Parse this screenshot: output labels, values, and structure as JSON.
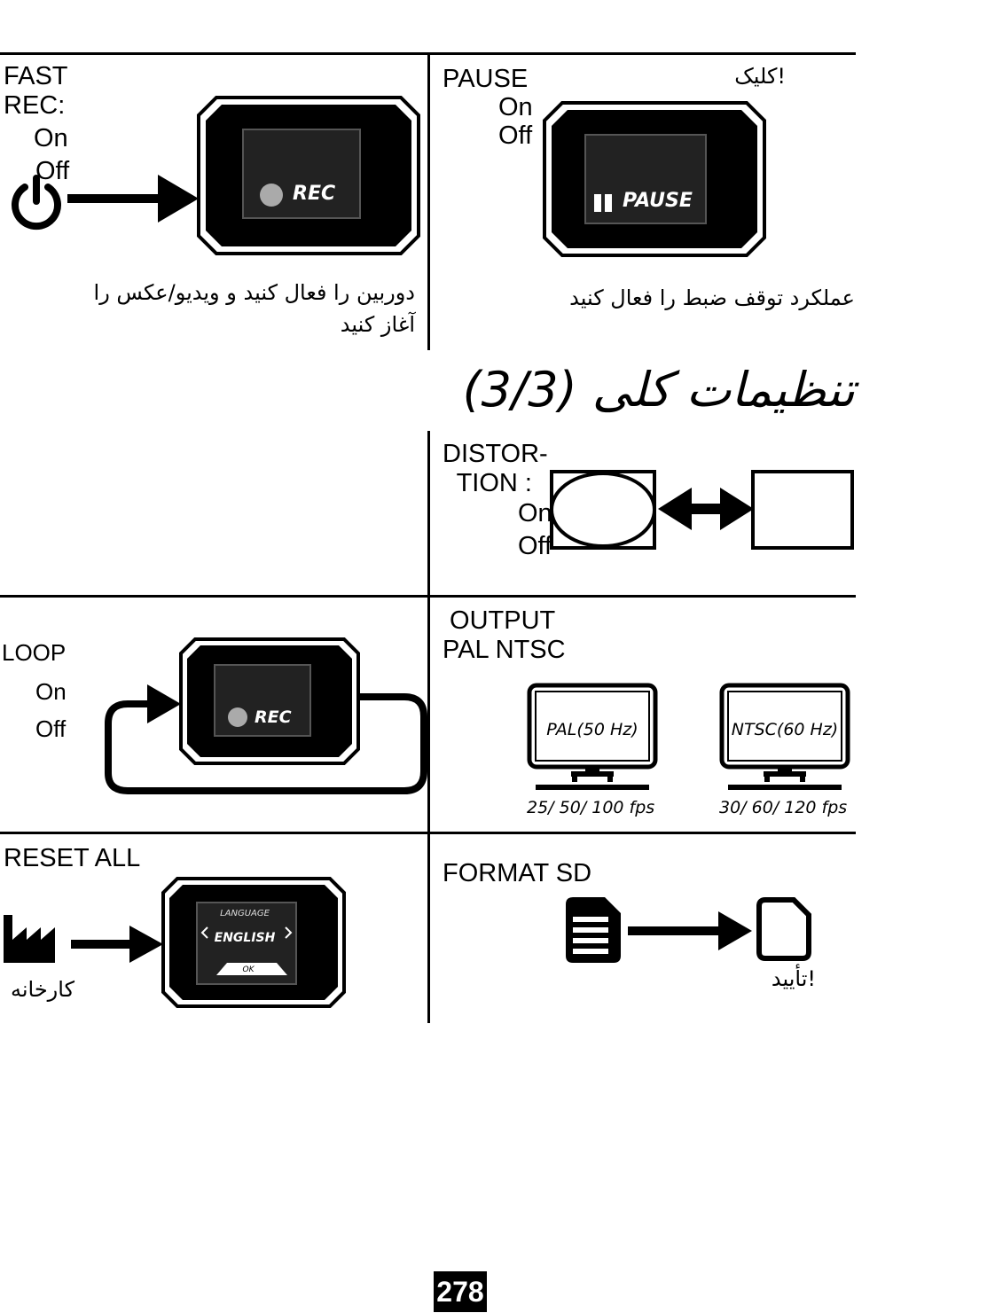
{
  "page_title": "تنظیمات کلی (3/3)",
  "page_number": "278",
  "fast_rec": {
    "label": "FAST\nREC:",
    "on": "On",
    "off": "Off",
    "screen": "REC",
    "desc": "دوربین را فعال کنید و ویدیو/عکس را آغاز کنید"
  },
  "pause": {
    "label": "PAUSE",
    "on": "On",
    "off": "Off",
    "hint": "!کلیک",
    "screen": "PAUSE",
    "desc": "عملکرد توقف ضبط را فعال کنید"
  },
  "distortion": {
    "label": "DISTOR-\n  TION :",
    "on": "On",
    "off": "Off"
  },
  "loop": {
    "label": "LOOP",
    "on": "On",
    "off": "Off",
    "screen": "REC"
  },
  "output": {
    "label": " OUTPUT\nPAL NTSC",
    "pal_screen": "PAL(50 Hz)",
    "ntsc_screen": "NTSC(60 Hz)",
    "pal_fps": "25/ 50/ 100 fps",
    "ntsc_fps": "30/ 60/ 120 fps"
  },
  "reset_all": {
    "label": "RESET ALL",
    "factory": "کارخانه",
    "screen_title": "LANGUAGE",
    "screen_value": "ENGLISH",
    "screen_ok": "OK"
  },
  "format_sd": {
    "label": "FORMAT SD",
    "confirm": "!تأیید"
  }
}
